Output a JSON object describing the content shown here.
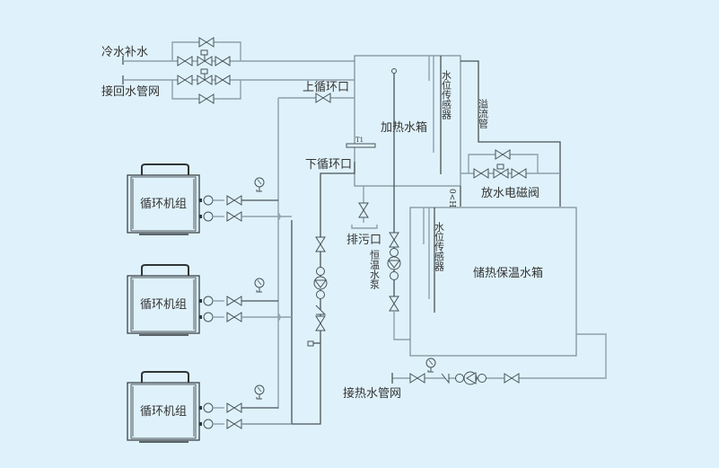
{
  "diagram": {
    "type": "heat-pump hot water system schematic",
    "colors": {
      "background": "#dff2fb",
      "pipe": "#8fa0aa",
      "pipe_dark": "#4a5358",
      "text": "#333333"
    },
    "labels": {
      "cold_water_makeup": "冷水补水",
      "return_water_network": "接回水管网",
      "upper_circulation_port": "上循环口",
      "lower_circulation_port": "下循环口",
      "heating_tank": "加热水箱",
      "level_sensor_1": "水位传感器",
      "overflow_pipe": "溢流管",
      "drain_solenoid_valve": "放水电磁阀",
      "height_marker": "0<H",
      "sewage_outlet": "排污口",
      "constant_temp_pump": "恒温水泵",
      "storage_tank": "储热保温水箱",
      "level_sensor_2": "水位传感器",
      "hot_water_network": "接热水管网",
      "t1_sensor": "T1"
    },
    "units": [
      {
        "label": "循环机组"
      },
      {
        "label": "循环机组"
      },
      {
        "label": "循环机组"
      }
    ]
  }
}
